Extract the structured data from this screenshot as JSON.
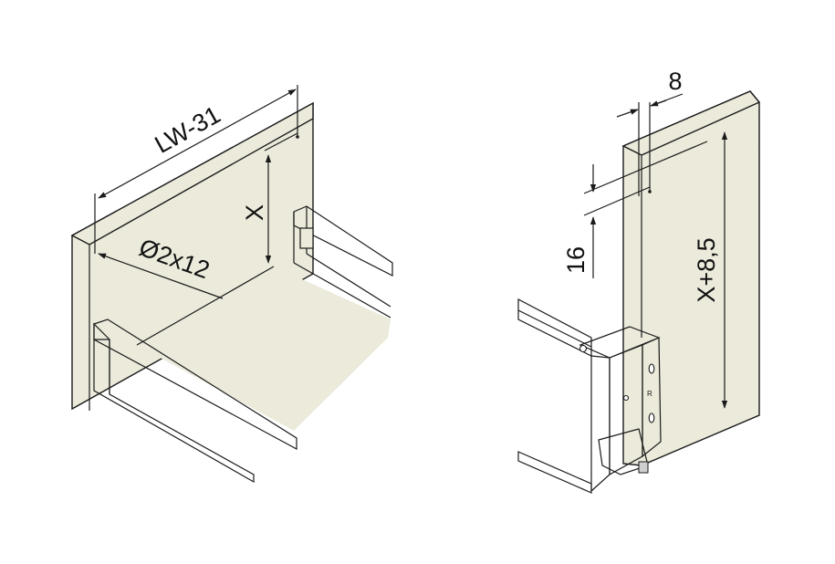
{
  "colors": {
    "panel_fill": "#ebeadb",
    "line": "#1a1a1a",
    "metal_light": "#f2f2f2",
    "metal_mid": "#d4d4d4",
    "metal_dark": "#9a9a9a"
  },
  "left_diagram": {
    "dim_length": "LW-31",
    "dim_height": "X",
    "dim_hole": "Ø2x12"
  },
  "right_diagram": {
    "dim_offset": "8",
    "dim_spacing": "16",
    "dim_height": "X+8,5",
    "bracket_mark": "R"
  }
}
